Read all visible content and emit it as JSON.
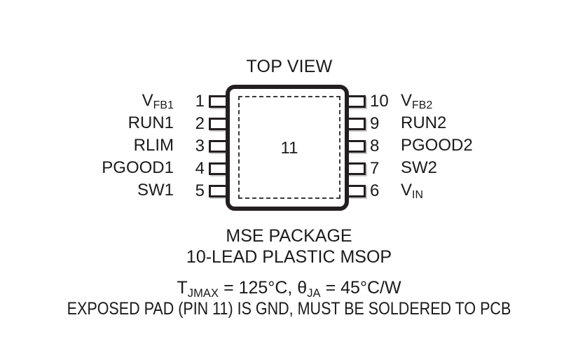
{
  "diagram": {
    "title": "TOP VIEW",
    "exposed_pad_number": "11",
    "pins_left": [
      {
        "number": "1",
        "name_main": "V",
        "name_sub": "FB1",
        "name_plain": "VFB1"
      },
      {
        "number": "2",
        "name_main": "RUN1",
        "name_sub": "",
        "name_plain": "RUN1"
      },
      {
        "number": "3",
        "name_main": "RLIM",
        "name_sub": "",
        "name_plain": "RLIM"
      },
      {
        "number": "4",
        "name_main": "PGOOD1",
        "name_sub": "",
        "name_plain": "PGOOD1"
      },
      {
        "number": "5",
        "name_main": "SW1",
        "name_sub": "",
        "name_plain": "SW1"
      }
    ],
    "pins_right": [
      {
        "number": "10",
        "name_main": "V",
        "name_sub": "FB2",
        "name_plain": "VFB2"
      },
      {
        "number": "9",
        "name_main": "RUN2",
        "name_sub": "",
        "name_plain": "RUN2"
      },
      {
        "number": "8",
        "name_main": "PGOOD2",
        "name_sub": "",
        "name_plain": "PGOOD2"
      },
      {
        "number": "7",
        "name_main": "SW2",
        "name_sub": "",
        "name_plain": "SW2"
      },
      {
        "number": "6",
        "name_main": "V",
        "name_sub": "IN",
        "name_plain": "VIN"
      }
    ],
    "caption": {
      "package": "MSE PACKAGE",
      "leads": "10-LEAD PLASTIC MSOP",
      "thermal_t_symbol": "T",
      "thermal_t_sub": "JMAX",
      "thermal_t_value": " = 125°C, ",
      "thermal_theta_symbol": "θ",
      "thermal_theta_sub": "JA",
      "thermal_theta_value": " = 45°C/W",
      "thermal_plain": "TJMAX = 125°C, θJA = 45°C/W",
      "note": "EXPOSED PAD (PIN 11) IS GND, MUST BE SOLDERED TO PCB"
    },
    "colors": {
      "outline": "#231f20",
      "pad_dash": "#3a3a3a",
      "pin_shadow": "#c9c9c9",
      "background": "#ffffff",
      "text": "#1a1a1a"
    }
  }
}
